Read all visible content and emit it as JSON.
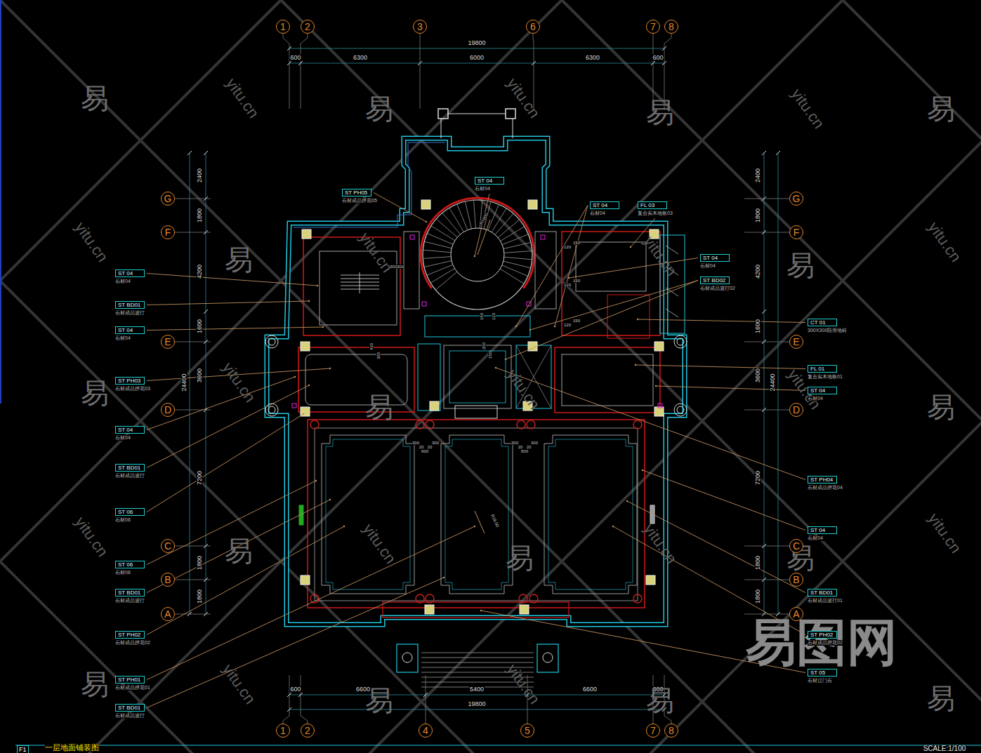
{
  "diagram": {
    "title": "一层地面铺装图",
    "nodes": [
      {
        "text": [
          "1"
        ]
      },
      {
        "text": [
          "2"
        ]
      },
      {
        "text": [
          "3"
        ]
      },
      {
        "text": [
          "6"
        ]
      },
      {
        "text": [
          "7"
        ]
      },
      {
        "text": [
          "8"
        ]
      },
      {
        "text": [
          "G"
        ]
      },
      {
        "text": [
          "F"
        ]
      },
      {
        "text": [
          "E"
        ]
      },
      {
        "text": [
          "D"
        ]
      },
      {
        "text": [
          "C"
        ]
      },
      {
        "text": [
          "B"
        ]
      },
      {
        "text": [
          "A"
        ]
      },
      {
        "text": [
          "G"
        ]
      },
      {
        "text": [
          "F"
        ]
      },
      {
        "text": [
          "E"
        ]
      },
      {
        "text": [
          "D"
        ]
      },
      {
        "text": [
          "C"
        ]
      },
      {
        "text": [
          "B"
        ]
      },
      {
        "text": [
          "A"
        ]
      },
      {
        "text": [
          "ST PH05",
          "石材成品拼花05"
        ]
      },
      {
        "text": [
          "ST 04",
          "石材04"
        ]
      },
      {
        "text": [
          "ST 04",
          "石材04"
        ]
      },
      {
        "text": [
          "FL 03",
          "复合实木地板03"
        ]
      },
      {
        "text": [
          "ST 04",
          "石材04"
        ]
      },
      {
        "text": [
          "ST BD02",
          "石材成品波打02"
        ]
      },
      {
        "text": [
          "ST 04",
          "石材04"
        ]
      },
      {
        "text": [
          "ST BD01",
          "石材成品波打"
        ]
      },
      {
        "text": [
          "ST 04",
          "石材04"
        ]
      },
      {
        "text": [
          "ST PH03",
          "石材成品拼花03"
        ]
      },
      {
        "text": [
          "ST 04",
          "石材04"
        ]
      },
      {
        "text": [
          "ST BD01",
          "石材成品波打"
        ]
      },
      {
        "text": [
          "ST 06",
          "石材06"
        ]
      },
      {
        "text": [
          "ST 06",
          "石材06"
        ]
      },
      {
        "text": [
          "ST BD01",
          "石材成品波打"
        ]
      },
      {
        "text": [
          "ST PH02",
          "石材成品拼花02"
        ]
      },
      {
        "text": [
          "ST PH01",
          "石材成品拼花01"
        ]
      },
      {
        "text": [
          "ST BD01",
          "石材成品波打"
        ]
      },
      {
        "text": [
          "CT 01",
          "300X300防滑地砖"
        ]
      },
      {
        "text": [
          "FL 01",
          "复合实木地板01"
        ]
      },
      {
        "text": [
          "ST 04",
          "石材04"
        ]
      },
      {
        "text": [
          "ST PH04",
          "石材成品拼花04"
        ]
      },
      {
        "text": [
          "ST 04",
          "石材04"
        ]
      },
      {
        "text": [
          "ST BD01",
          "石材成品波打01"
        ]
      },
      {
        "text": [
          "ST PH02",
          "石材成品拼花02"
        ]
      },
      {
        "text": [
          "ST 05",
          "石材过门石"
        ]
      },
      {
        "text": [
          "1"
        ]
      },
      {
        "text": [
          "2"
        ]
      },
      {
        "text": [
          "4"
        ]
      },
      {
        "text": [
          "5"
        ]
      },
      {
        "text": [
          "7"
        ]
      },
      {
        "text": [
          "8"
        ]
      },
      {
        "text": [
          "F1"
        ]
      }
    ],
    "labels": [
      "19800",
      "600",
      "6300",
      "6000",
      "6300",
      "600",
      "600",
      "6600",
      "5400",
      "6600",
      "600",
      "19800",
      "2400",
      "1800",
      "4200",
      "1600",
      "3600",
      "7200",
      "1800",
      "1800",
      "24400",
      "2400",
      "1800",
      "4200",
      "1600",
      "3600",
      "7200",
      "1800",
      "1800",
      "24400",
      "R1600",
      "300300",
      "120",
      "150",
      "120",
      "150",
      "120",
      "150",
      "150",
      "120",
      "430",
      "300",
      "200",
      "150",
      "300",
      "300",
      "20",
      "20",
      "600",
      "300",
      "300",
      "20",
      "20",
      "600",
      "R16.50",
      "SCALE:1/100",
      "易",
      "易",
      "易",
      "易",
      "易",
      "易",
      "易",
      "易",
      "易",
      "易",
      "易",
      "易",
      "易",
      "易",
      "易",
      "易",
      "yitu.cn",
      "yitu.cn",
      "yitu.cn",
      "yitu.cn",
      "yitu.cn",
      "yitu.cn",
      "yitu.cn",
      "yitu.cn",
      "yitu.cn",
      "yitu.cn",
      "yitu.cn",
      "yitu.cn",
      "yitu.cn",
      "yitu.cn",
      "yitu.cn",
      "yitu.cn",
      "易图网"
    ]
  }
}
